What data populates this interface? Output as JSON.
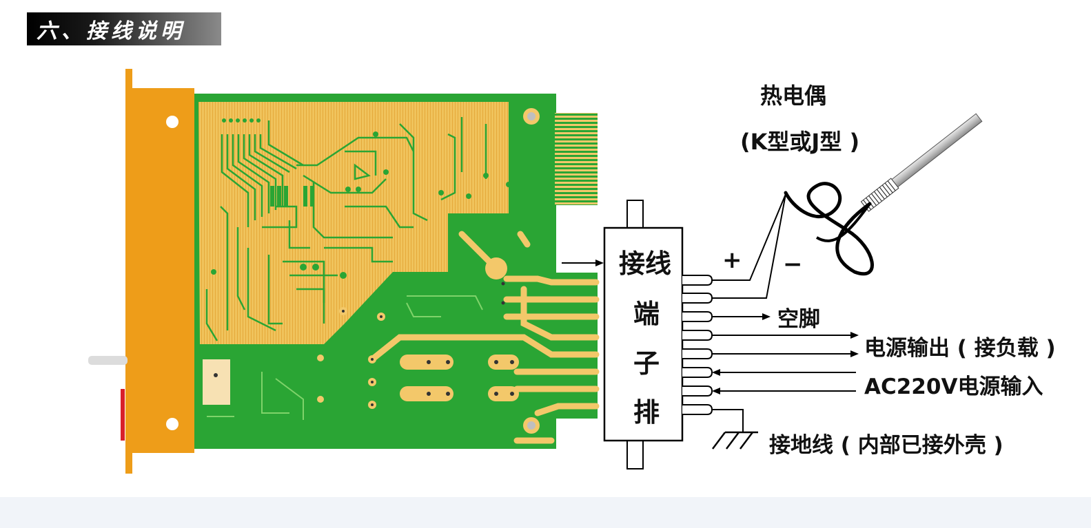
{
  "title": "六、接线说明",
  "thermocouple": {
    "name": "热电偶",
    "type": "(K型或J型 )"
  },
  "polarity": {
    "plus": "+",
    "minus": "−"
  },
  "terminal_block": {
    "line1": "接线",
    "line2": "端",
    "line3": "子",
    "line4": "排"
  },
  "wiring": {
    "empty_pin": "空脚",
    "power_output": "电源输出 ( 接负载 )",
    "power_input": "AC220V电源输入",
    "ground": "接地线 ( 内部已接外壳 )"
  },
  "colors": {
    "panel_orange": "#ee9d19",
    "pcb_green": "#2aa534",
    "pcb_yellow": "#f0c35c",
    "copper": "#f3c86a",
    "line": "#000000",
    "handle_red": "#d8202a"
  }
}
